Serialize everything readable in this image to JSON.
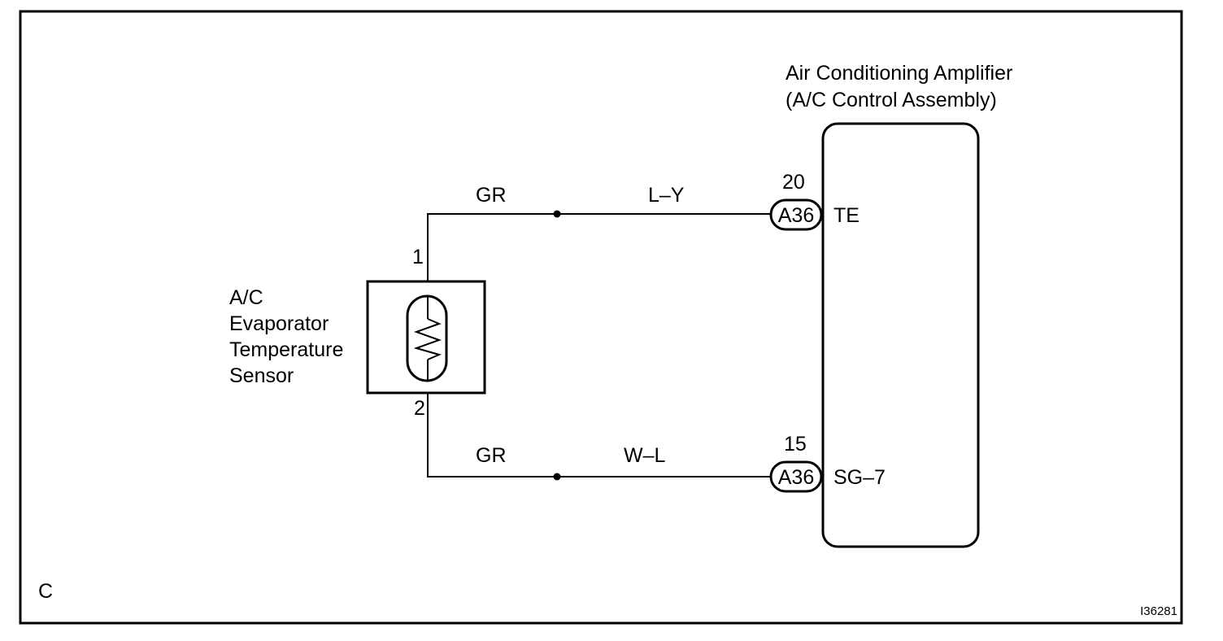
{
  "amplifier": {
    "title_line1": "Air Conditioning Amplifier",
    "title_line2": "(A/C Control Assembly)"
  },
  "sensor": {
    "label_lines": [
      "A/C",
      "Evaporator",
      "Temperature",
      "Sensor"
    ],
    "pin_top": "1",
    "pin_bottom": "2"
  },
  "wires": {
    "top": {
      "left_color": "GR",
      "right_color": "L–Y",
      "connector": "A36",
      "pin": "20",
      "terminal": "TE"
    },
    "bottom": {
      "left_color": "GR",
      "right_color": "W–L",
      "connector": "A36",
      "pin": "15",
      "terminal": "SG–7"
    }
  },
  "footer": {
    "corner_letter": "C",
    "figure_id": "I36281"
  }
}
